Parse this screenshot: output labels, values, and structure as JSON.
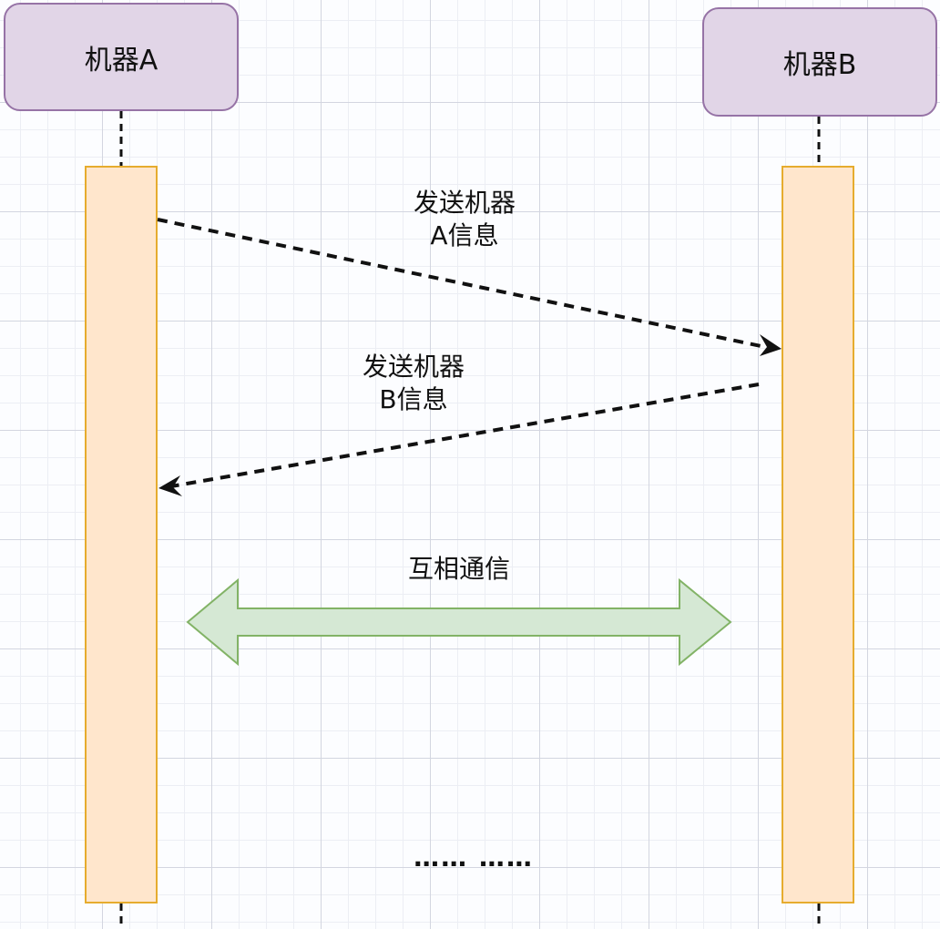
{
  "actors": [
    {
      "label": "机器A"
    },
    {
      "label": "机器B"
    }
  ],
  "messages": [
    {
      "from": "机器A",
      "to": "机器B",
      "label_line1": "发送机器",
      "label_line2": "A信息",
      "style": "dashed"
    },
    {
      "from": "机器B",
      "to": "机器A",
      "label_line1": "发送机器",
      "label_line2": "B信息",
      "style": "dashed"
    }
  ],
  "bidirectional": {
    "label": "互相通信",
    "fill": "#d5e8d4",
    "stroke": "#82b366"
  },
  "ellipsis": "…… ……",
  "colors": {
    "actor_fill": "#e1d5e7",
    "actor_stroke": "#9673a6",
    "activation_fill": "#ffe6cc",
    "activation_stroke": "#e6ac2e"
  }
}
